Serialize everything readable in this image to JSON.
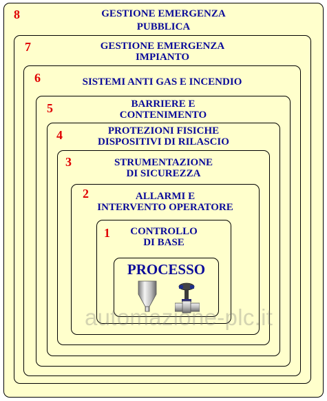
{
  "layers": [
    {
      "number": "8",
      "line1": "GESTIONE EMERGENZA",
      "line2": "PUBBLICA"
    },
    {
      "number": "7",
      "line1": "GESTIONE EMERGENZA",
      "line2": "IMPIANTO"
    },
    {
      "number": "6",
      "line1": "SISTEMI ANTI GAS E INCENDIO",
      "line2": ""
    },
    {
      "number": "5",
      "line1": "BARRIERE E",
      "line2": "CONTENIMENTO"
    },
    {
      "number": "4",
      "line1": "PROTEZIONI FISICHE",
      "line2": "DISPOSITIVI DI RILASCIO"
    },
    {
      "number": "3",
      "line1": "STRUMENTAZIONE",
      "line2": "DI SICUREZZA"
    },
    {
      "number": "2",
      "line1": "ALLARMI E",
      "line2": "INTERVENTO OPERATORE"
    },
    {
      "number": "1",
      "line1": "CONTROLLO",
      "line2": "DI BASE"
    }
  ],
  "process": {
    "label": "PROCESSO",
    "icons": [
      "tank-icon",
      "control-valve-icon"
    ]
  },
  "watermark": "automazione-plc.it",
  "colors": {
    "layer_fill": "#ffffcc",
    "number": "#e00000",
    "title": "#0a0a99",
    "border": "#000000"
  }
}
